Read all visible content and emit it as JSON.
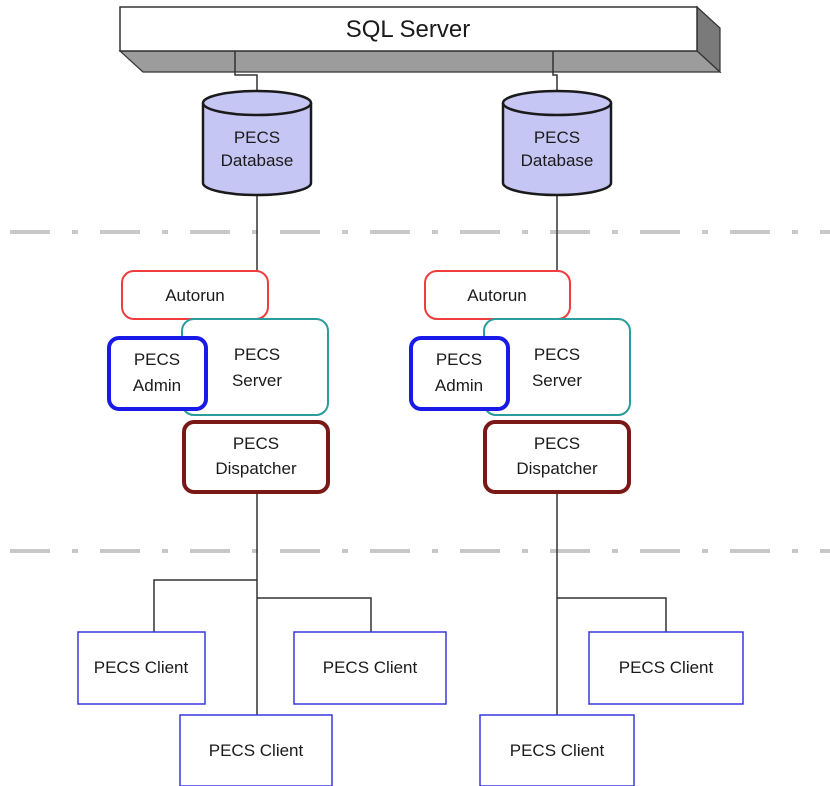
{
  "sql_server": {
    "label": "SQL Server"
  },
  "stacks": [
    {
      "database": {
        "line1": "PECS",
        "line2": "Database"
      },
      "autorun": "Autorun",
      "server": {
        "line1": "PECS",
        "line2": "Server"
      },
      "admin": {
        "line1": "PECS",
        "line2": "Admin"
      },
      "dispatcher": {
        "line1": "PECS",
        "line2": "Dispatcher"
      },
      "clients": [
        "PECS Client",
        "PECS Client",
        "PECS Client"
      ]
    },
    {
      "database": {
        "line1": "PECS",
        "line2": "Database"
      },
      "autorun": "Autorun",
      "server": {
        "line1": "PECS",
        "line2": "Server"
      },
      "admin": {
        "line1": "PECS",
        "line2": "Admin"
      },
      "dispatcher": {
        "line1": "PECS",
        "line2": "Dispatcher"
      },
      "clients": [
        "PECS Client",
        "PECS Client"
      ]
    }
  ],
  "colors": {
    "database_fill": "#c6c6f5",
    "autorun_border": "#f03c3c",
    "server_border": "#2a9c9c",
    "admin_border": "#1a1ae8",
    "dispatcher_border": "#7a1818",
    "client_border": "#3838e0",
    "divider": "#c8c8c8",
    "connector": "#333333"
  }
}
